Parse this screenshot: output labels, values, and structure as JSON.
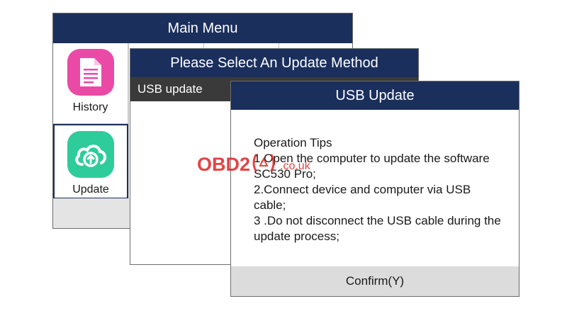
{
  "main_menu": {
    "title": "Main Menu",
    "tiles": [
      {
        "label": "History",
        "icon": "history-document-icon",
        "color": "#ea4aa6"
      },
      {
        "label": "Update",
        "icon": "cloud-upload-icon",
        "color": "#2ecc9a"
      }
    ]
  },
  "method_window": {
    "title": "Please Select An Update Method",
    "options": [
      "USB update"
    ]
  },
  "usb_dialog": {
    "title": "USB Update",
    "tips_heading": "Operation Tips",
    "tips": [
      "1.Open the computer to update the software SC530 Pro;",
      "2.Connect device and computer via USB cable;",
      "3 .Do not disconnect the USB cable during the update process;"
    ],
    "confirm_label": "Confirm(Y)"
  },
  "watermark": {
    "main": "OBD2",
    "sub": ".co.uk"
  },
  "colors": {
    "title_bar": "#1b2f5c",
    "selected_row": "#3a3a3a",
    "watermark": "#e02424"
  }
}
